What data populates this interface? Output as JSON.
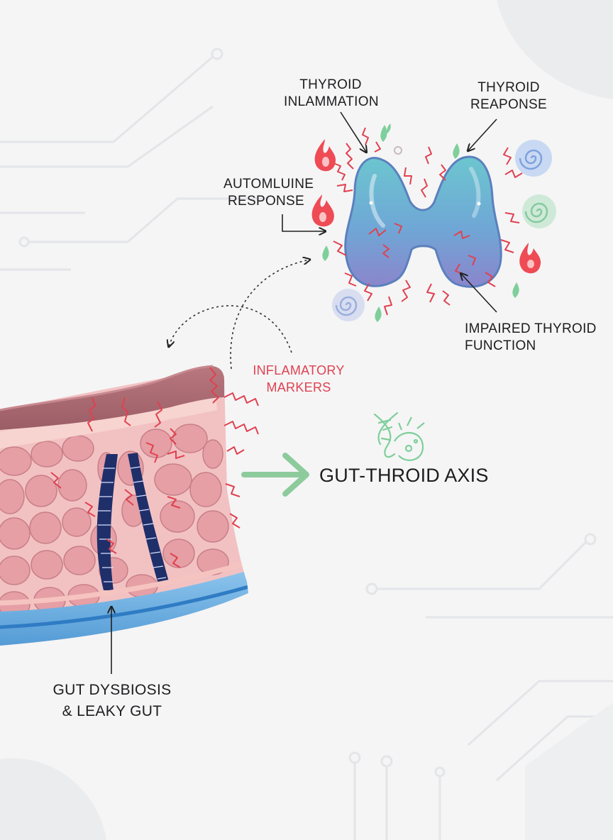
{
  "labels": {
    "thyroid_inflammation": [
      "THYROID",
      "INLAMMATION"
    ],
    "thyroid_response": [
      "THYROID",
      "REAPONSE"
    ],
    "autoimmune_response": [
      "AUTOMLUINE",
      "RESPONSE"
    ],
    "impaired_function": [
      "IMPAIRED THYROID",
      "FUNCTION"
    ],
    "inflammatory_markers": [
      "INFLAMATORY",
      "MARKERS"
    ],
    "gut_thyroid_axis": "GUT-THROID AXIS",
    "gut_dysbiosis": [
      "GUT DYSBIOSIS",
      "& LEAKY GUT"
    ]
  },
  "colors": {
    "background": "#f5f5f6",
    "circuit": "#e4e5e8",
    "thyroid_top": "#6fc4cf",
    "thyroid_bottom": "#8a86cc",
    "inflammation_red": "#e0414f",
    "arrow_green": "#8dcb9c",
    "gut_muscosa": "#a86870",
    "gut_cells": "#e9a9ab",
    "gut_blue": "#4f9fd8",
    "leak_navy": "#1f2f6a"
  },
  "icons": [
    "flame-icon",
    "leaf-icon",
    "swirl-icon",
    "dna-icon",
    "microbe-icon"
  ]
}
